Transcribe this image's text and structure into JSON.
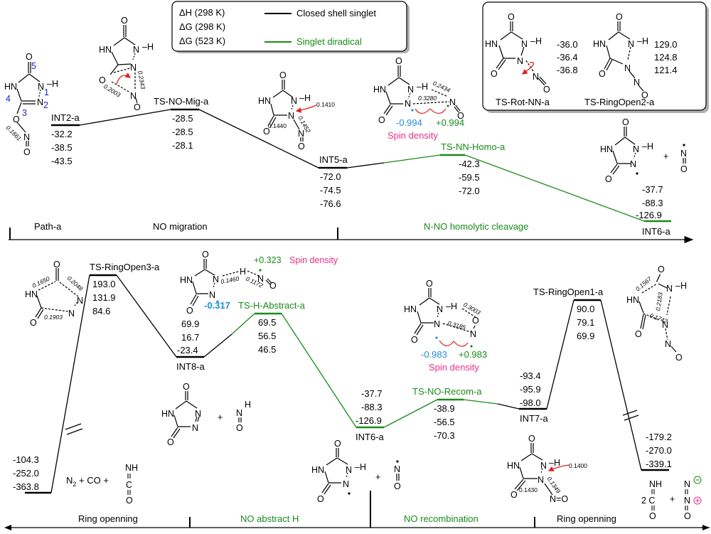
{
  "legend": {
    "rows": [
      "ΔH (298 K)",
      "ΔG (298 K)",
      "ΔG (523 K)"
    ],
    "closed_shell_label": "Closed shell singlet",
    "diradical_label": "Singlet diradical",
    "closed_shell_color": "#000000",
    "diradical_color": "#1a8a1a"
  },
  "inset": {
    "species": [
      {
        "name": "TS-Rot-NN-a",
        "values": [
          "-36.0",
          "-36.4",
          "-36.8"
        ]
      },
      {
        "name": "TS-RingOpen2-a",
        "values": [
          "129.0",
          "124.8",
          "121.4"
        ]
      }
    ]
  },
  "top_path": {
    "axis_sections": [
      "Path-a",
      "NO migration",
      "N-NO homolytic cleavage"
    ],
    "states": [
      {
        "name": "INT2-a",
        "values": [
          "-32.2",
          "-38.5",
          "-43.5"
        ]
      },
      {
        "name": "TS-NO-Mig-a",
        "values": [
          "-28.5",
          "-28.5",
          "-28.1"
        ]
      },
      {
        "name": "INT5-a",
        "values": [
          "-72.0",
          "-74.5",
          "-76.6"
        ]
      },
      {
        "name": "TS-NN-Homo-a",
        "values": [
          "-42.3",
          "-59.5",
          "-72.0"
        ]
      },
      {
        "name": "INT6-a",
        "values": [
          "-37.7",
          "-88.3",
          "-126.9"
        ]
      }
    ],
    "annotations": {
      "atom_numbers": [
        "1",
        "2",
        "3",
        "4",
        "5"
      ],
      "int2_bond": "0.1661",
      "ts_mig_bonds": [
        "0.2343",
        "0.2003"
      ],
      "int5_bonds": [
        "0.1410",
        "0.1440",
        "0.1452"
      ],
      "ts_homo_bonds": [
        "0.2434",
        "0.3280"
      ],
      "ts_homo_spin": [
        "-0.994",
        "+0.994"
      ],
      "spin_label": "Spin density"
    }
  },
  "bottom_path": {
    "axis_sections": [
      "Ring openning",
      "NO abstract H",
      "NO recombination",
      "Ring openning"
    ],
    "states": [
      {
        "name": "N2 + CO + HNCO",
        "values": [
          "-104.3",
          "-252.0",
          "-363.8"
        ]
      },
      {
        "name": "TS-RingOpen3-a",
        "values": [
          "193.0",
          "131.9",
          "84.6"
        ]
      },
      {
        "name": "INT8-a",
        "values": [
          "69.9",
          "16.7",
          "-23.4"
        ]
      },
      {
        "name": "TS-H-Abstract-a",
        "values": [
          "69.5",
          "56.5",
          "46.5"
        ]
      },
      {
        "name": "INT6-a",
        "values": [
          "-37.7",
          "-88.3",
          "-126.9"
        ]
      },
      {
        "name": "TS-NO-Recom-a",
        "values": [
          "-38.9",
          "-56.5",
          "-70.3"
        ]
      },
      {
        "name": "INT7-a",
        "values": [
          "-93.4",
          "-95.9",
          "-98.0"
        ]
      },
      {
        "name": "TS-RingOpen1-a",
        "values": [
          "90.0",
          "79.1",
          "69.9"
        ]
      },
      {
        "name": "2 HNCO + N2O",
        "values": [
          "-179.2",
          "-270.0",
          "-339.1"
        ]
      }
    ],
    "annotations": {
      "ts_ro3_bonds": [
        "0.1650",
        "0.2048",
        "0.1903"
      ],
      "ts_habs_bonds": [
        "0.1460",
        "0.1172"
      ],
      "ts_habs_spin": [
        "-0.317",
        "+0.323"
      ],
      "ts_recom_bonds": [
        "0.3003",
        "0.3185"
      ],
      "ts_recom_spin": [
        "-0.983",
        "+0.983"
      ],
      "ts_ro1_bonds": [
        "0.1567",
        "0.2183",
        "0.1742"
      ],
      "int7_bonds": [
        "0.1400",
        "0.1430",
        "0.1349"
      ],
      "spin_label": "Spin density",
      "products_left": "N2 + CO +",
      "plus": "+"
    }
  }
}
